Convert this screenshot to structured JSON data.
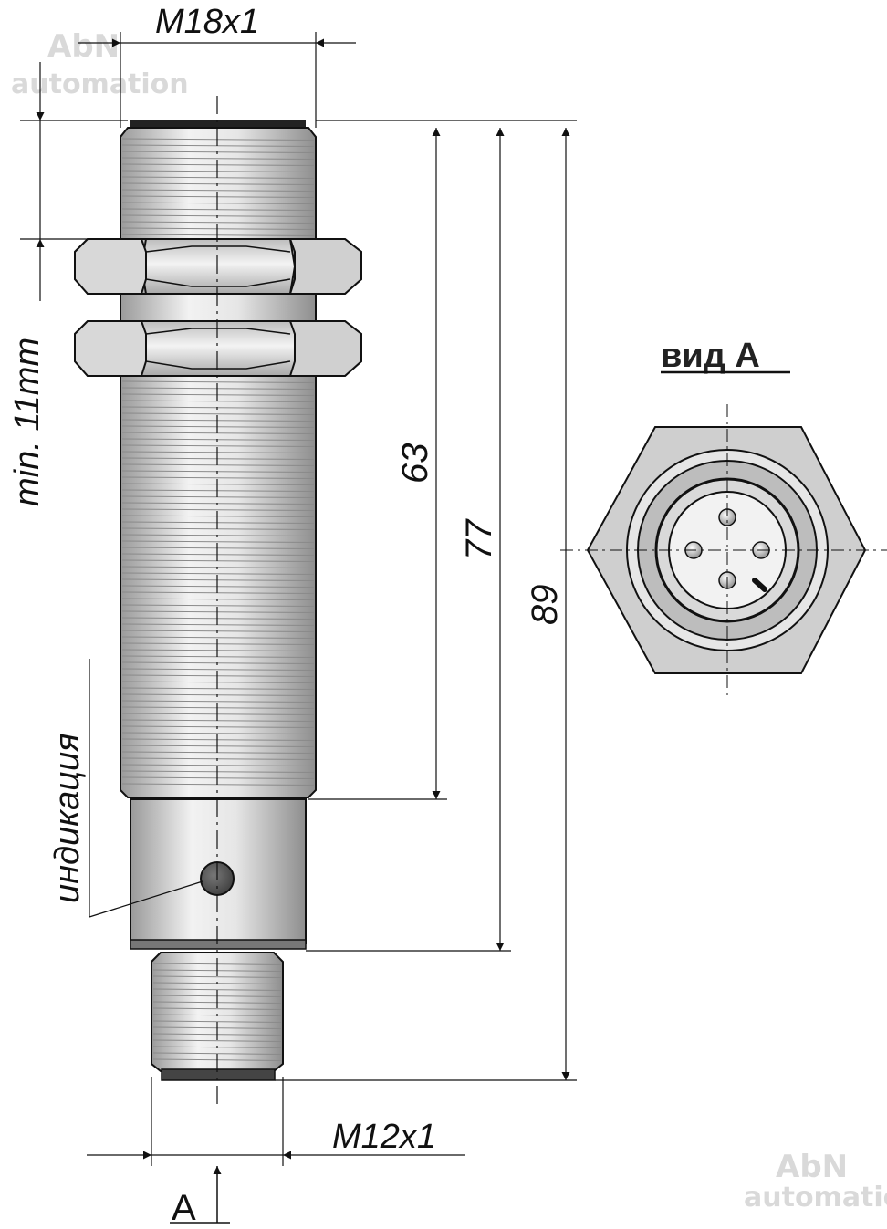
{
  "labels": {
    "thread_body": "M18x1",
    "thread_connector": "M12x1",
    "min_length": "min. 11mm",
    "indication": "индикация",
    "dim_63": "63",
    "dim_77": "77",
    "dim_89": "89",
    "view_title": "вид A",
    "view_arrow": "A"
  },
  "watermark": {
    "brand": "AbN",
    "sub": "automation"
  },
  "colors": {
    "line": "#111111",
    "metal_light": "#eeeeee",
    "metal_dark": "#9a9a9a",
    "led": "#555555",
    "watermark": "#d9d9d9"
  }
}
